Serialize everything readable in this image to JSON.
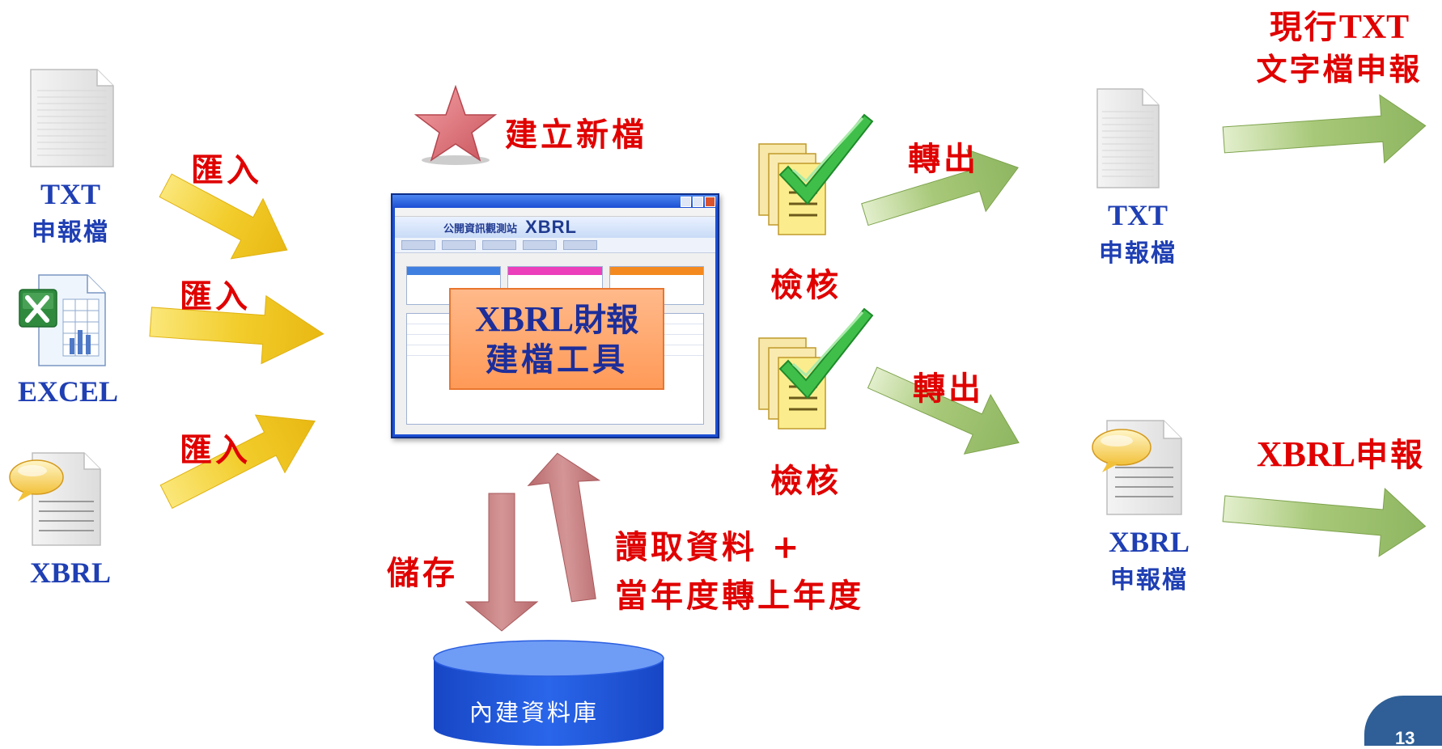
{
  "left_sources": [
    {
      "name": "TXT",
      "sub": "申報檔"
    },
    {
      "name": "EXCEL",
      "sub": ""
    },
    {
      "name": "XBRL",
      "sub": ""
    }
  ],
  "import_label": "匯入",
  "new_file_label": "建立新檔",
  "tool": {
    "name_en": "XBRL",
    "name_zh": "財報",
    "line2": "建檔工具",
    "window_banner_zh": "公開資訊觀測站",
    "window_banner_en": "XBRL"
  },
  "check_label": "檢核",
  "export_label": "轉出",
  "save_label": "儲存",
  "read_label_1": "讀取資料 +",
  "read_label_2": "當年度轉上年度",
  "database_label": "內建資料庫",
  "outputs": [
    {
      "name": "TXT",
      "sub": "申報檔"
    },
    {
      "name": "XBRL",
      "sub": "申報檔"
    }
  ],
  "submissions": {
    "txt_line1_zh": "現行",
    "txt_line1_en": "TXT",
    "txt_line2": "文字檔申報",
    "xbrl_en": "XBRL",
    "xbrl_zh": "申報"
  },
  "page_number": "13",
  "colors": {
    "label_red": "#e00000",
    "label_blue": "#1f3fb3",
    "import_arrow": "#f2cd2c",
    "export_arrow": "#a7c878",
    "storage_arrow": "#c98586",
    "database": "#1e56d8",
    "tool_label_fill": "#ffa266"
  }
}
